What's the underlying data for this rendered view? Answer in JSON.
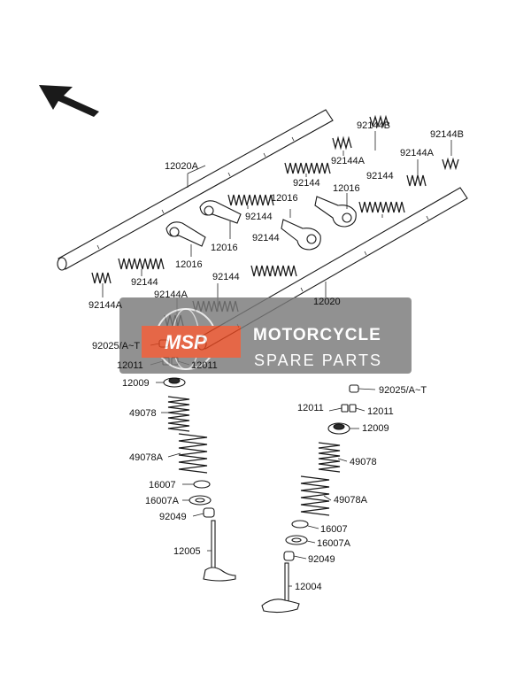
{
  "watermark": {
    "logo": "MSP",
    "line1": "MOTORCYCLE",
    "line2": "SPARE PARTS",
    "bg_color": "#7a7a7a",
    "accent_color": "#e0461f"
  },
  "labels": {
    "p12020A": "12020A",
    "p12020": "12020",
    "p92144B_a": "92144B",
    "p92144B_b": "92144B",
    "p92144A_a": "92144A",
    "p92144A_b": "92144A",
    "p92144A_c": "92144A",
    "p92144A_d": "92144A",
    "p92144_a": "92144",
    "p92144_b": "92144",
    "p92144_c": "92144",
    "p92144_d": "92144",
    "p92144_e": "92144",
    "p92144_f": "92144",
    "p12016_a": "12016",
    "p12016_b": "12016",
    "p12016_c": "12016",
    "p12016_d": "12016",
    "p92025_a": "92025/A~T",
    "p92025_b": "92025/A~T",
    "p12011_a": "12011",
    "p12011_b": "12011",
    "p12011_c": "12011",
    "p12011_d": "12011",
    "p12009_a": "12009",
    "p12009_b": "12009",
    "p49078_a": "49078",
    "p49078_b": "49078",
    "p49078A_a": "49078A",
    "p49078A_b": "49078A",
    "p16007_a": "16007",
    "p16007_b": "16007",
    "p16007A_a": "16007A",
    "p16007A_b": "16007A",
    "p92049_a": "92049",
    "p92049_b": "92049",
    "p12005": "12005",
    "p12004": "12004"
  }
}
